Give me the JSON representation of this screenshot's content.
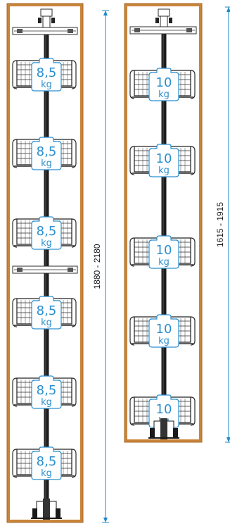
{
  "units": [
    {
      "dimension_label": "1880 - 2180",
      "weight_value": "8,5",
      "weight_unit": "kg",
      "basket_count": 6
    },
    {
      "dimension_label": "1615 - 1915",
      "weight_value": "10",
      "weight_unit": "kg",
      "basket_count": 5
    }
  ],
  "colors": {
    "cabinet_wood": "#c9843a",
    "pole": "#1c1c1c",
    "weight_badge_fill": "#ffffff",
    "weight_badge_stroke": "#2a8fd1",
    "weight_text": "#2a8fd1",
    "basket_line": "#2b2b2b",
    "dimension_line": "#1e88c8"
  }
}
